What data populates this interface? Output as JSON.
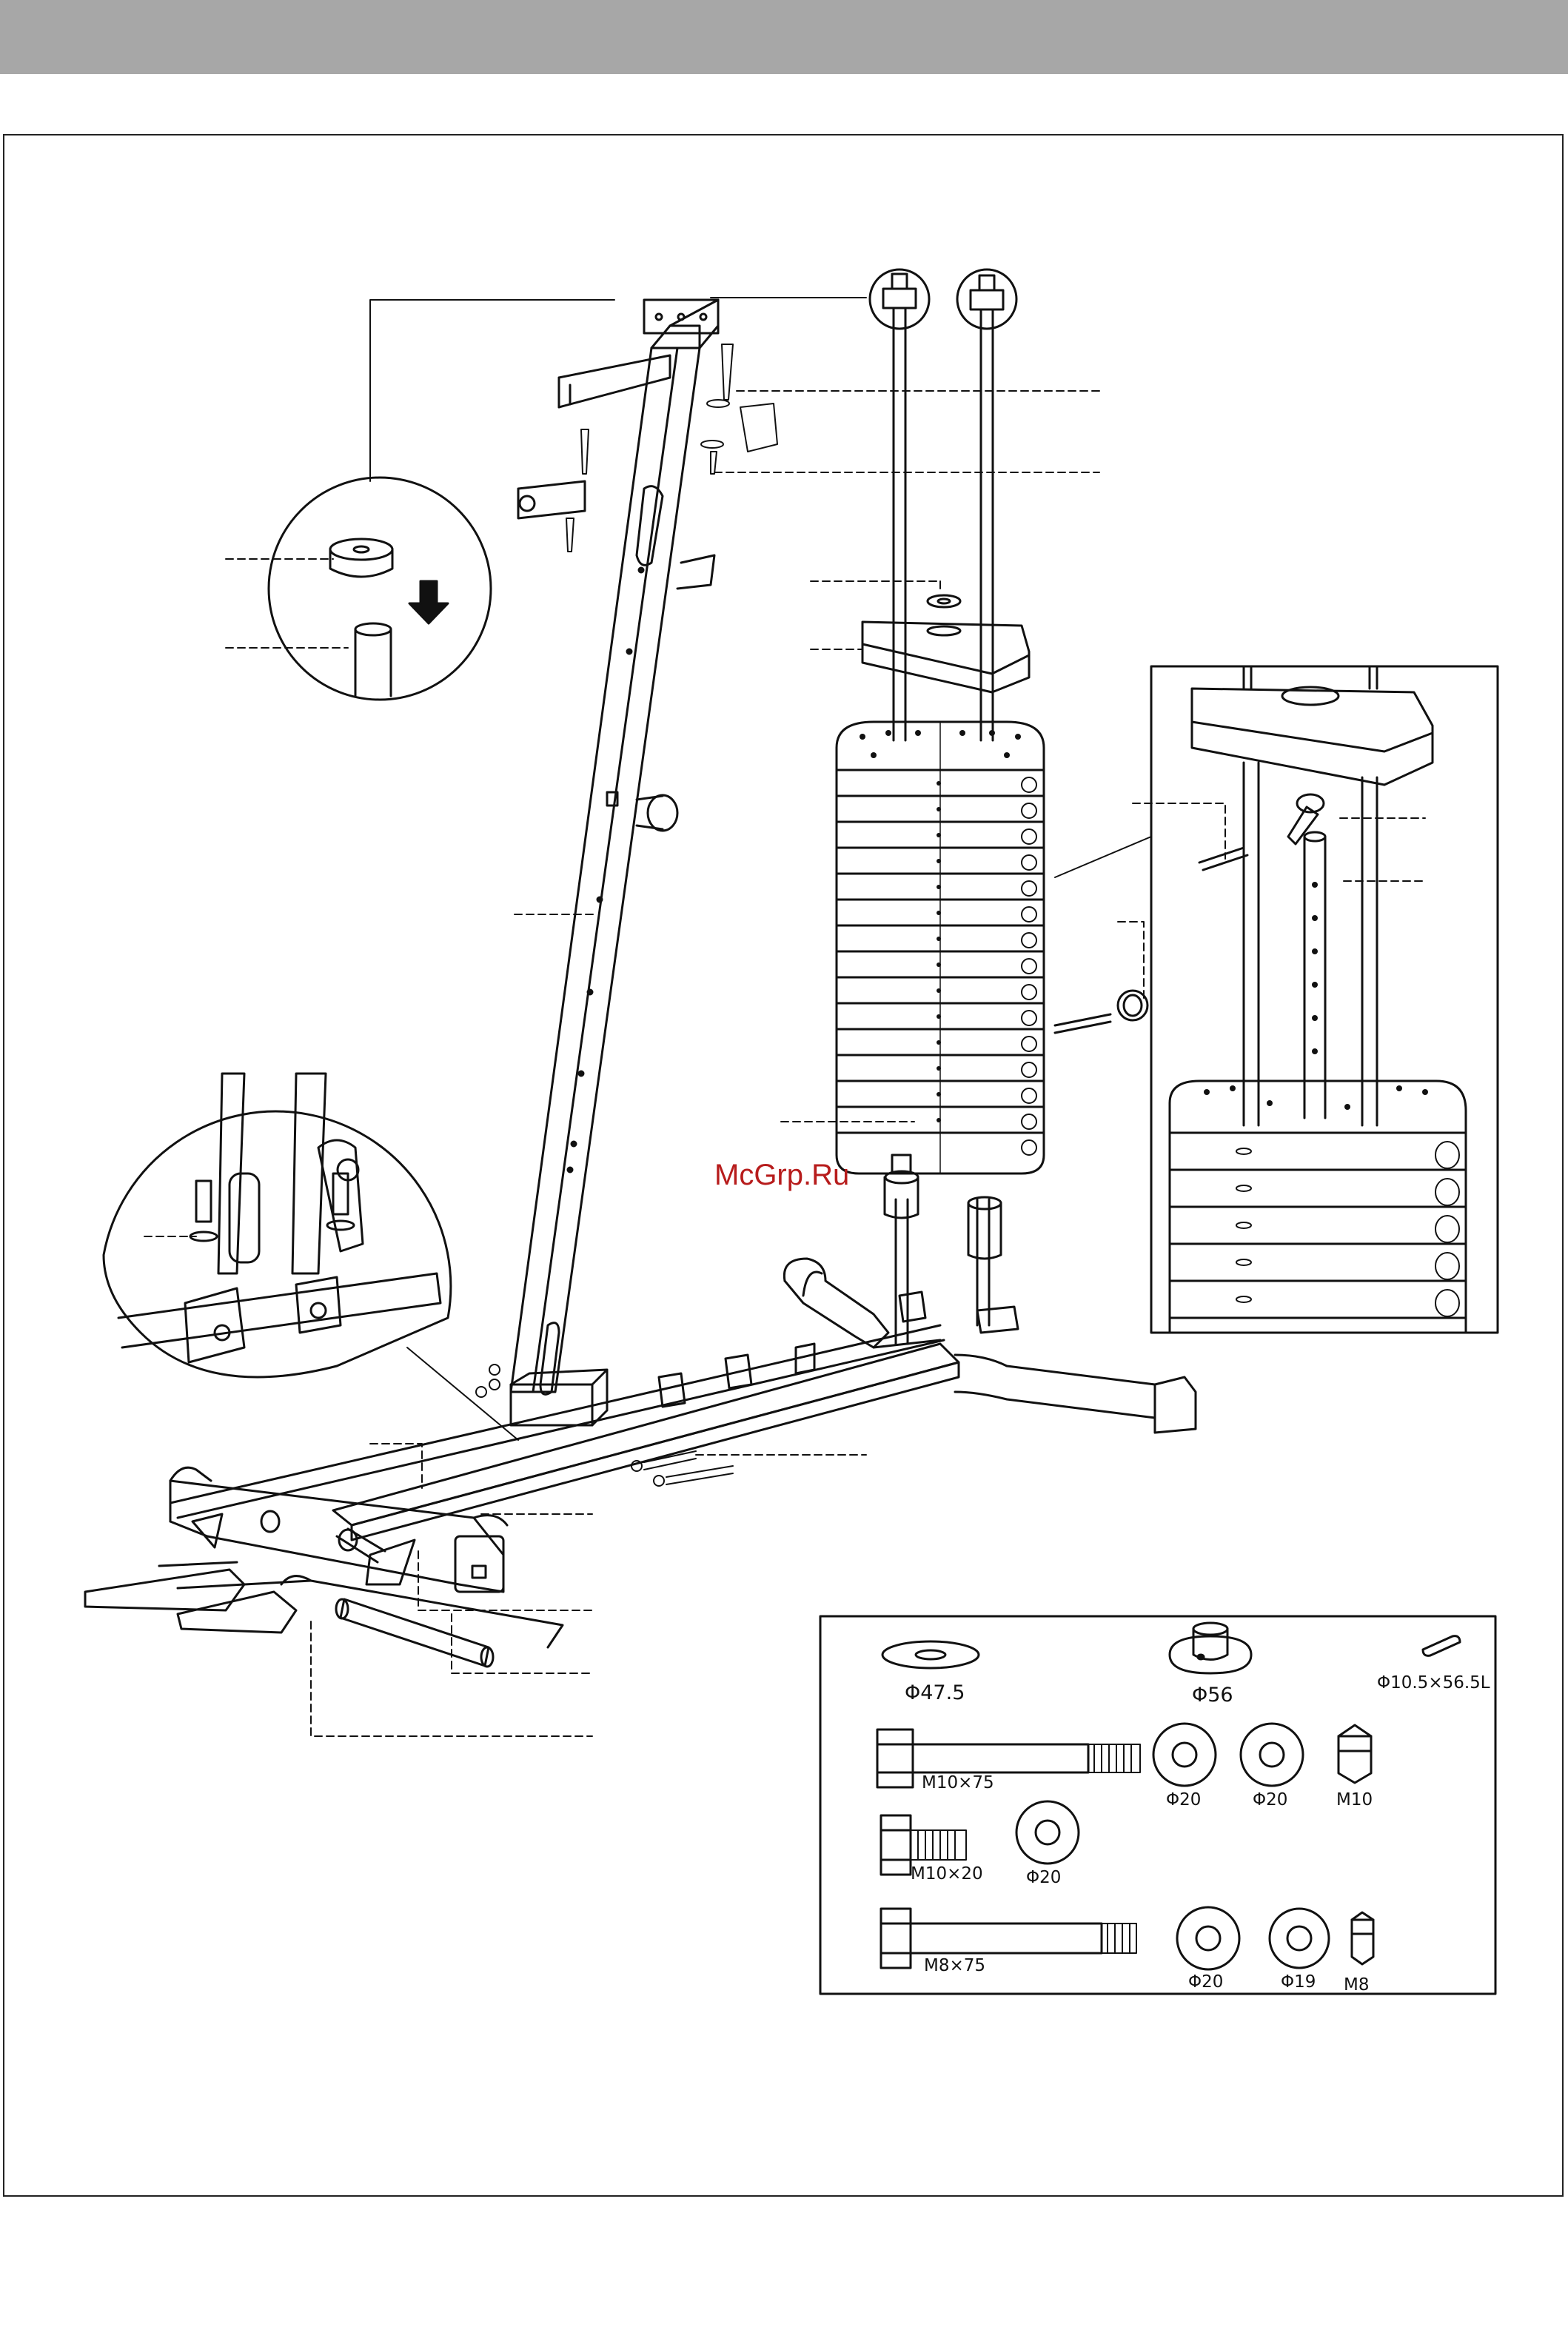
{
  "watermark": "McGrp.Ru",
  "hardware": {
    "washer_47_5": "Φ47.5",
    "spacer_56": "Φ56",
    "pin": "Φ10.5×56.5L",
    "bolt_m10x75": "M10×75",
    "washer_20_a": "Φ20",
    "washer_20_b": "Φ20",
    "nut_m10": "M10",
    "bolt_m10x20": "M10×20",
    "washer_20_c": "Φ20",
    "bolt_m8x75": "M8×75",
    "washer_20_d": "Φ20",
    "washer_19": "Φ19",
    "nut_m8": "M8"
  }
}
